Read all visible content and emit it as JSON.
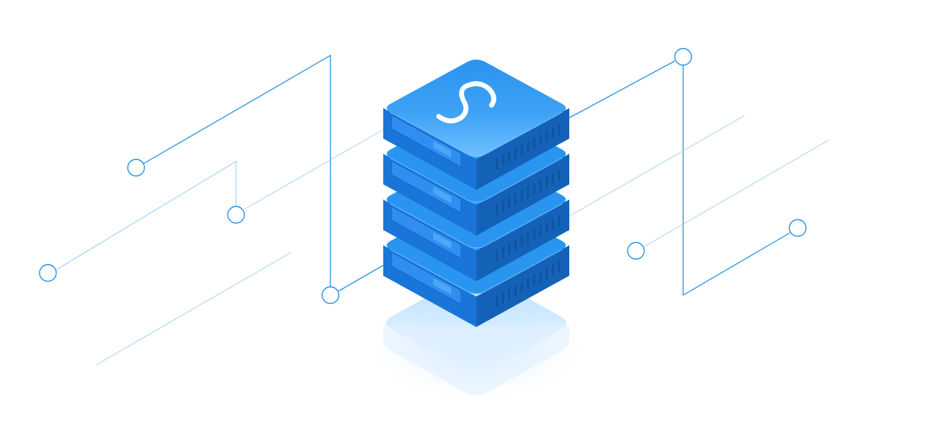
{
  "illustration": {
    "subject": "server-stack",
    "server_unit_count": 4,
    "logo_glyph": "S",
    "colors": {
      "background": "#ffffff",
      "server_top": "#2a95f0",
      "server_top_light": "#5fb4ff",
      "server_side": "#1976d8",
      "server_side_dark": "#1462b8",
      "bay_panel": "#2f8ef0",
      "line_strong": "#1b8fe0",
      "line_faint": "#9fd0f5",
      "shadow_glow": "#bfe2ff"
    }
  }
}
